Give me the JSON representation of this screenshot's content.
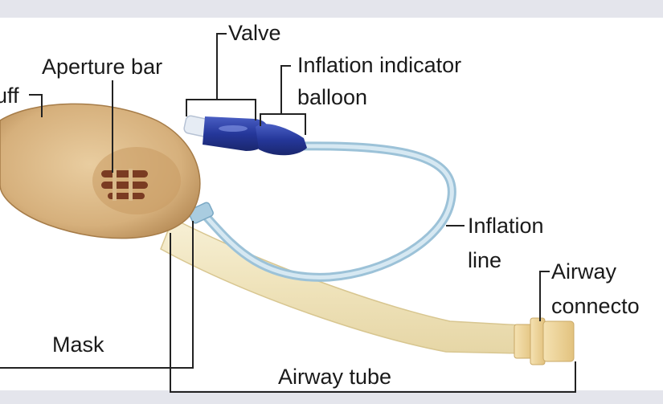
{
  "labels": {
    "cuff": "uff",
    "aperture_bar": "Aperture bar",
    "valve": "Valve",
    "inflation_indicator_1": "Inflation indicator",
    "inflation_indicator_2": "balloon",
    "inflation_line_1": "Inflation",
    "inflation_line_2": "line",
    "airway_connector_1": "Airway",
    "airway_connector_2": "connecto",
    "mask": "Mask",
    "airway_tube": "Airway tube"
  },
  "colors": {
    "cuff_fill": "#d9b98a",
    "cuff_shadow": "#b08a5a",
    "aperture": "#7a3b22",
    "tube_fill": "#f1e7c3",
    "line_fill": "#bcd6e6",
    "valve_blue": "#2a3e9c",
    "connector": "#f0d7a0",
    "leader": "#222222"
  }
}
